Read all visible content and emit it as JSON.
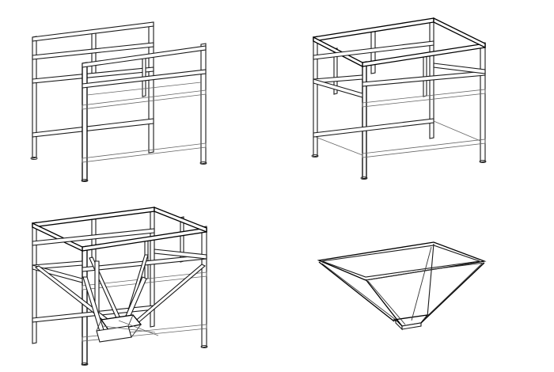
{
  "figure": {
    "panels": [
      {
        "id": "side-frames",
        "description_visible": false
      },
      {
        "id": "box-frame",
        "description_visible": false
      },
      {
        "id": "frame-with-hopper",
        "description_visible": false
      },
      {
        "id": "hopper",
        "description_visible": false
      }
    ]
  },
  "colors": {
    "line": "#1a1a1a",
    "background": "#ffffff"
  }
}
